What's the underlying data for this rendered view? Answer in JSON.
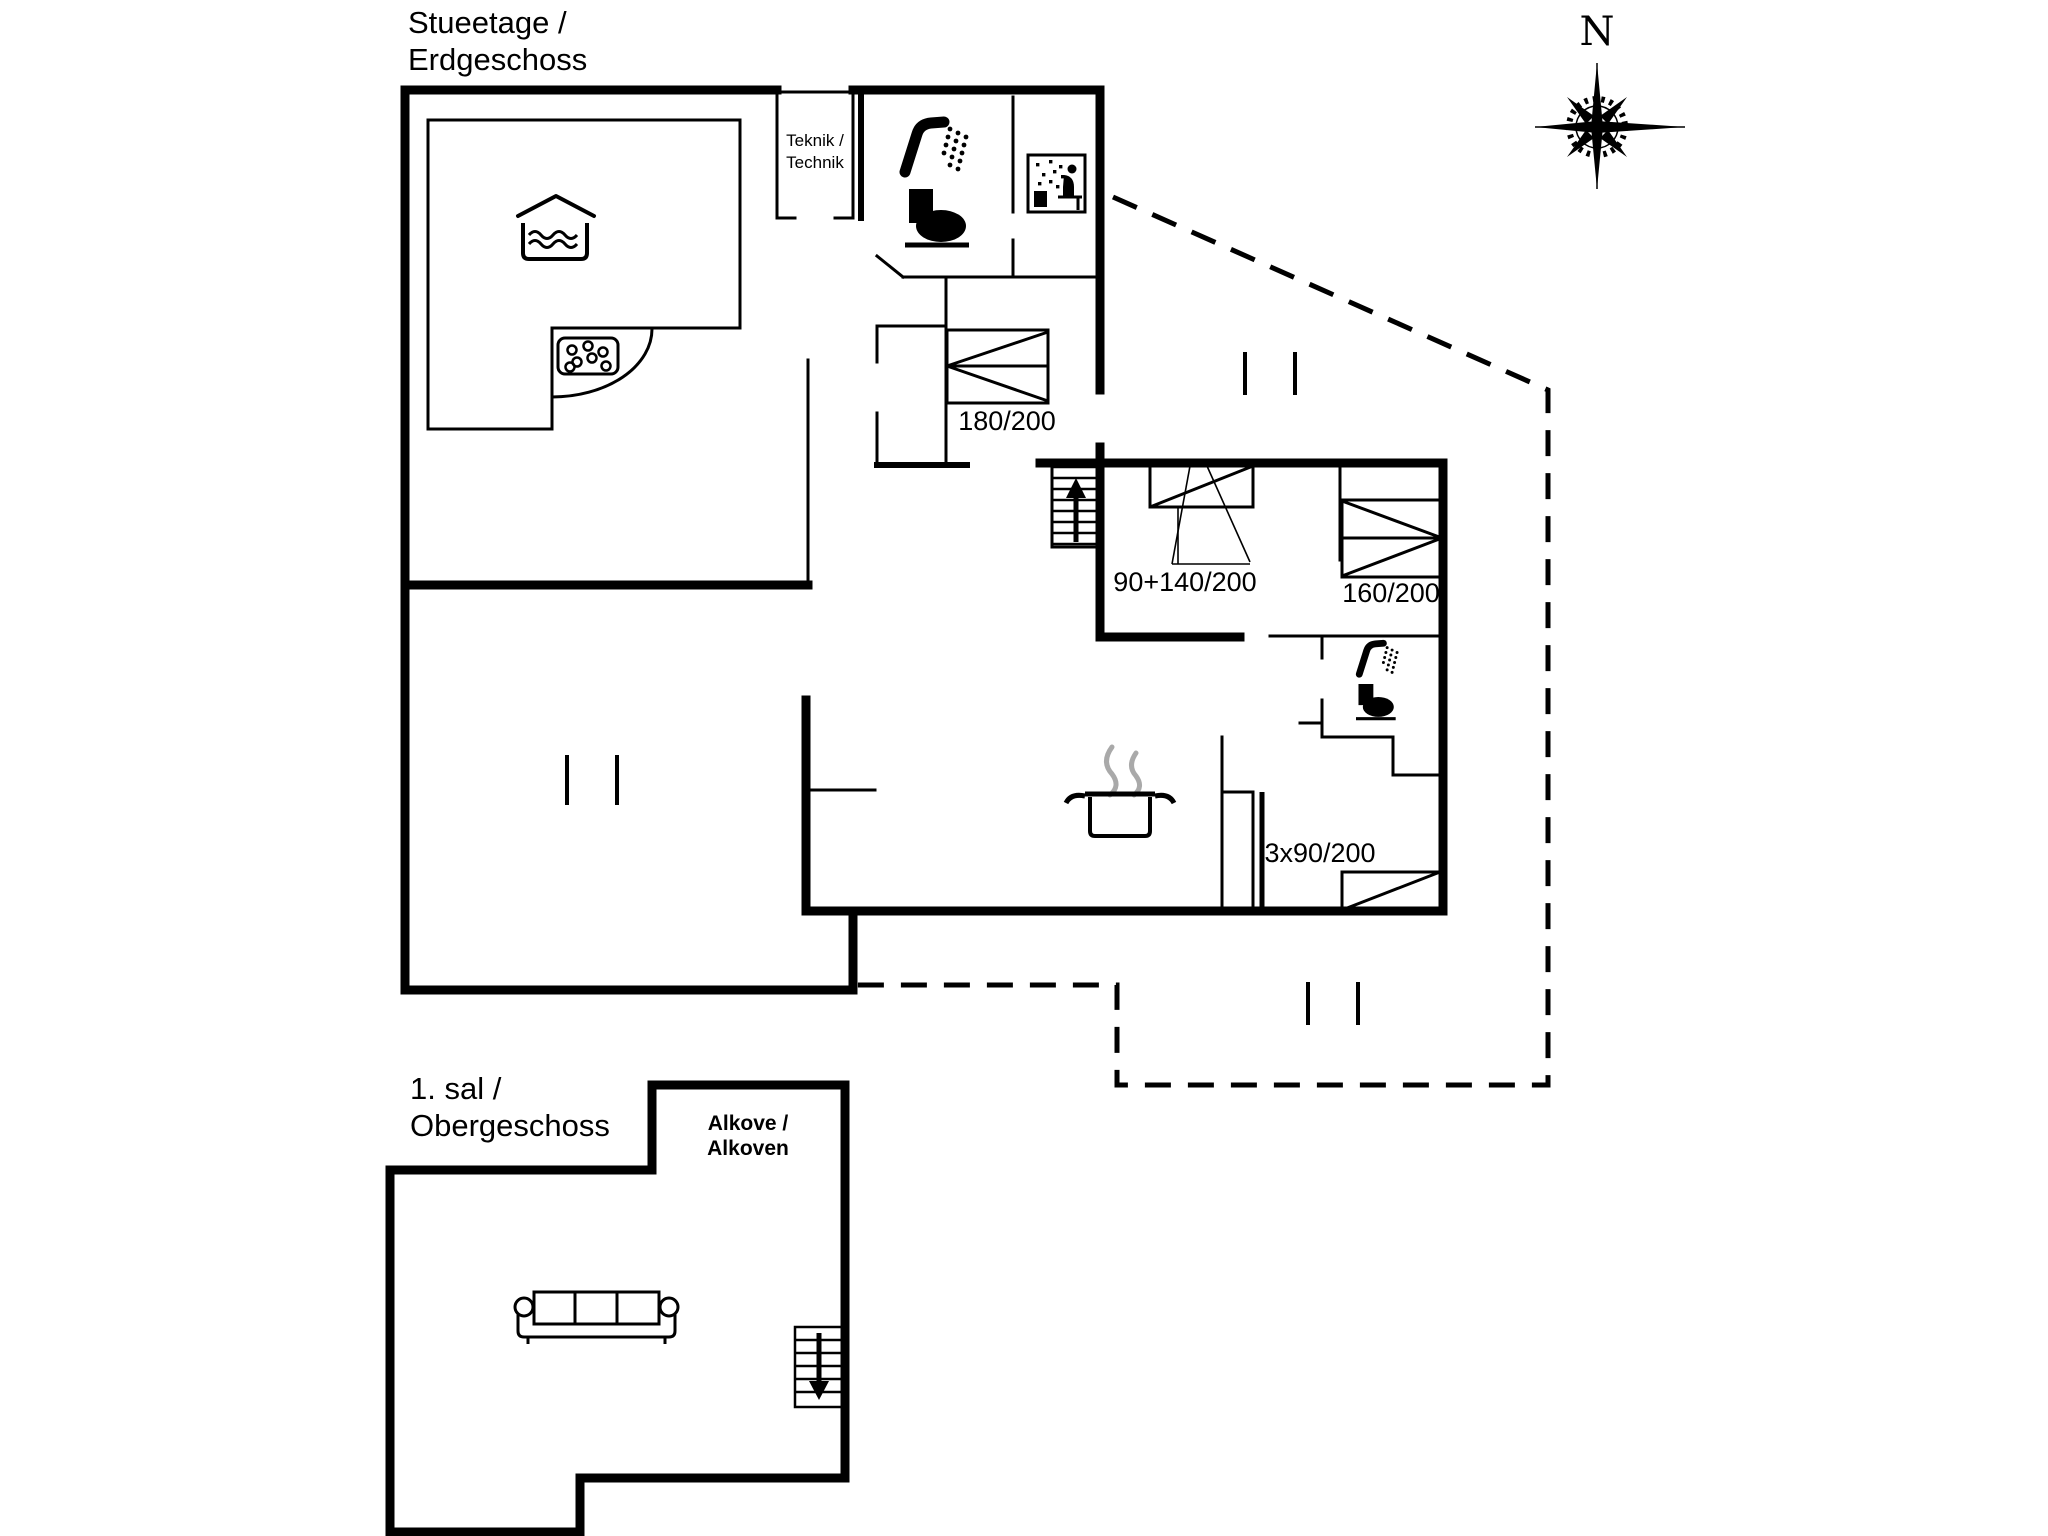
{
  "page": {
    "background": "#ffffff",
    "line_color": "#000000",
    "steam_color": "#a9a9a9"
  },
  "ground_floor": {
    "title_line1": "Stueetage /",
    "title_line2": "Erdgeschoss",
    "technical_room": {
      "label_line1": "Teknik /",
      "label_line2": "Technik"
    },
    "beds": {
      "double_bed": "180/200",
      "bunk_bed": "90+140/200",
      "bed_160": "160/200",
      "triple_bed": "3x90/200"
    },
    "icons": [
      "indoor-pool-icon",
      "whirlpool-icon",
      "shower-icon",
      "toilet-icon",
      "sauna-icon",
      "stove-pot-icon",
      "stairs-up-icon",
      "window-marker"
    ]
  },
  "upper_floor": {
    "title_line1": "1. sal /",
    "title_line2": "Obergeschoss",
    "alcove_label_line1": "Alkove /",
    "alcove_label_line2": "Alkoven",
    "icons": [
      "sofa-icon",
      "stairs-down-icon"
    ]
  },
  "compass": {
    "north_label": "N"
  }
}
